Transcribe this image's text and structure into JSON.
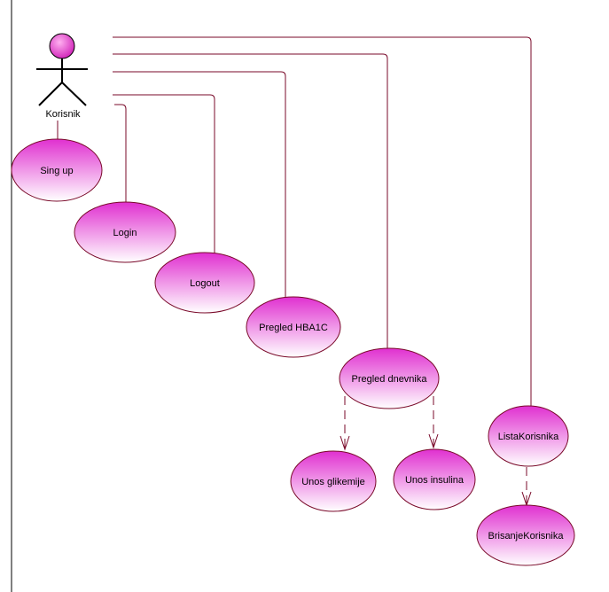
{
  "colors": {
    "line": "#7a0a2a",
    "border": "#000000",
    "actor_head": "#e040c8",
    "usecase_top": "#e030d0",
    "usecase_bottom": "#ffffff"
  },
  "actor": {
    "name": "Korisnik",
    "icon": "stick-figure-actor"
  },
  "use_cases": {
    "signup": "Sing up",
    "login": "Login",
    "logout": "Logout",
    "hba1c": "Pregled HBA1C",
    "dnevnik": "Pregled dnevnika",
    "glikemija": "Unos glikemije",
    "insulin": "Unos insulina",
    "lista": "ListaKorisnika",
    "brisanje": "BrisanjeKorisnika"
  }
}
